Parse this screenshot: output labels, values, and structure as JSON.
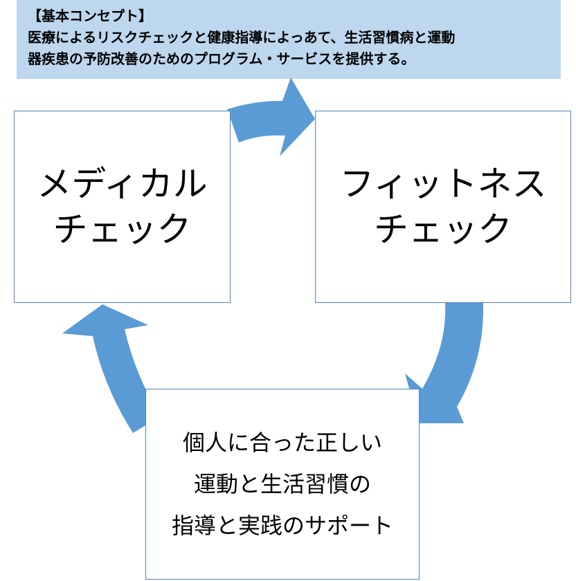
{
  "concept": {
    "heading": "【基本コンセプト】",
    "line1": "医療によるリスクチェックと健康指導によっあて、生活習慣病と運動",
    "line2": "器疾患の予防改善のためのプログラム・サービスを提供する。"
  },
  "boxes": {
    "medical": {
      "line1": "メディカル",
      "line2": "チェック"
    },
    "fitness": {
      "line1": "フィットネス",
      "line2": "チェック"
    },
    "support": {
      "line1": "個人に合った正しい",
      "line2": "運動と生活習慣の",
      "line3": "指導と実践のサポート"
    }
  },
  "colors": {
    "arrow": "#5b9bd5",
    "banner": "#bdd7ee",
    "border": "#4f81bd"
  }
}
